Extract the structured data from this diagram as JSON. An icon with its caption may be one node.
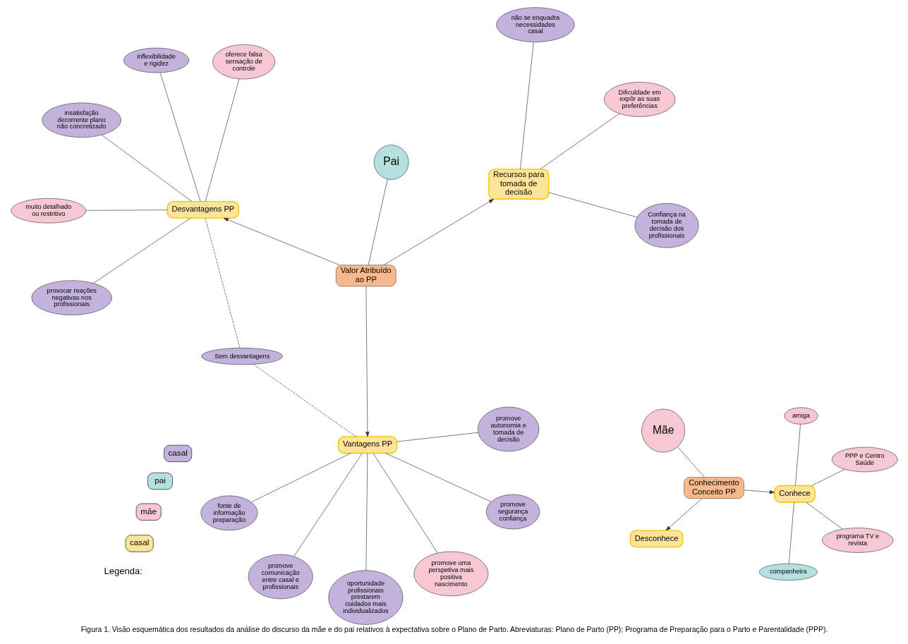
{
  "diagram": {
    "caption": "Figura 1. Visão esquemática dos resultados da análise do discurso da mãe e do pai relativos à expectativa sobre o Plano de Parto. Abreviaturas: Plano de Parto (PP); Programa de Preparação para o Parto e Parentalidade (PPP).",
    "nodes": [
      {
        "text": [
          "Mãe"
        ]
      },
      {
        "text": [
          "Pai"
        ]
      },
      {
        "text": [
          "PPP e Centro Saúde"
        ]
      },
      {
        "text": [
          "programa TV e revista"
        ]
      },
      {
        "text": [
          "amiga"
        ]
      },
      {
        "text": [
          "Conhece"
        ]
      },
      {
        "text": [
          "Conhecimento Conceito PP"
        ]
      },
      {
        "text": [
          "companheira"
        ]
      },
      {
        "text": [
          "Desconhece"
        ]
      },
      {
        "text": [
          "Confiança na tomada de decisão dos profissionais"
        ]
      },
      {
        "text": [
          "Recursos para tomada de decisão"
        ]
      },
      {
        "text": [
          "não se enquadra necessidades casal"
        ]
      },
      {
        "text": [
          "Dificuldade em expôr as suas preferências"
        ]
      },
      {
        "text": [
          "Valor Atribuído ao PP"
        ]
      },
      {
        "text": [
          "fonte de informação preparação"
        ]
      },
      {
        "text": [
          "promove segurança confiança"
        ]
      },
      {
        "text": [
          "provocar reações negativas nos profissionais"
        ]
      },
      {
        "text": [
          "promove comunicação entre casal e profissionais"
        ]
      },
      {
        "text": [
          "Vantagens PP"
        ]
      },
      {
        "text": [
          "Sem desvantagens"
        ]
      },
      {
        "text": [
          "Desvantagens PP"
        ]
      },
      {
        "text": [
          "oferece falsa sensação de controle"
        ]
      },
      {
        "text": [
          "promove autonomia e tomada de decisão"
        ]
      },
      {
        "text": [
          "promove uma perspetiva mais positiva nascimento"
        ]
      },
      {
        "text": [
          "oportunidade profissionais prestarem cuidados mais individualizados"
        ]
      },
      {
        "text": [
          "insatisfação decorrente plano não concretizado"
        ]
      },
      {
        "text": [
          "muito detalhado ou restritivo"
        ]
      },
      {
        "text": [
          "inflexibilidade e rigidez"
        ]
      }
    ],
    "edges": [
      {
        "from": 0,
        "to": 6,
        "arrow": "none"
      },
      {
        "from": 1,
        "to": 13,
        "arrow": "none"
      },
      {
        "from": 2,
        "to": 5,
        "arrow": "none"
      },
      {
        "from": 3,
        "to": 5,
        "arrow": "none"
      },
      {
        "from": 4,
        "to": 5,
        "arrow": "none"
      },
      {
        "from": 7,
        "to": 5,
        "arrow": "none"
      },
      {
        "from": 6,
        "to": 5,
        "arrow": "to"
      },
      {
        "from": 6,
        "to": 8,
        "arrow": "to"
      },
      {
        "from": 13,
        "to": 10,
        "arrow": "to"
      },
      {
        "from": 10,
        "to": 9,
        "arrow": "none"
      },
      {
        "from": 10,
        "to": 11,
        "arrow": "none"
      },
      {
        "from": 10,
        "to": 12,
        "arrow": "none"
      },
      {
        "from": 13,
        "to": 18,
        "arrow": "to"
      },
      {
        "from": 13,
        "to": 20,
        "arrow": "to"
      },
      {
        "from": 18,
        "to": 14,
        "arrow": "none"
      },
      {
        "from": 18,
        "to": 15,
        "arrow": "none"
      },
      {
        "from": 18,
        "to": 17,
        "arrow": "none"
      },
      {
        "from": 18,
        "to": 22,
        "arrow": "none"
      },
      {
        "from": 18,
        "to": 23,
        "arrow": "none"
      },
      {
        "from": 18,
        "to": 24,
        "arrow": "none"
      },
      {
        "from": 18,
        "to": 19,
        "arrow": "none",
        "style": "dashed"
      },
      {
        "from": 19,
        "to": 20,
        "arrow": "none",
        "style": "dashed"
      },
      {
        "from": 20,
        "to": 16,
        "arrow": "none"
      },
      {
        "from": 20,
        "to": 21,
        "arrow": "none"
      },
      {
        "from": 20,
        "to": 25,
        "arrow": "none"
      },
      {
        "from": 20,
        "to": 26,
        "arrow": "none"
      },
      {
        "from": 20,
        "to": 27,
        "arrow": "none"
      }
    ],
    "labels": [
      "Legenda:"
    ],
    "legend": [
      {
        "text": "casal",
        "color": "#fde49a"
      },
      {
        "text": "mãe",
        "color": "#f5c8d3"
      },
      {
        "text": "pai",
        "color": "#b5e0e0"
      },
      {
        "text": "casal",
        "color": "#c3b2dc"
      }
    ]
  }
}
